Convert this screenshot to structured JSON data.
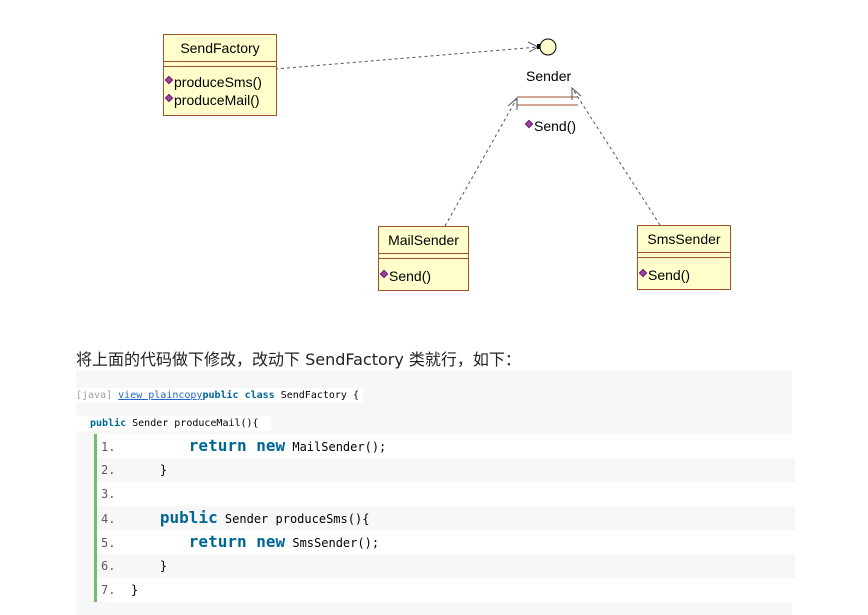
{
  "diagram": {
    "send_factory": {
      "title": "SendFactory",
      "ops": [
        "produceSms()",
        "produceMail()"
      ]
    },
    "sender": {
      "title": "Sender",
      "ops": [
        "Send()"
      ]
    },
    "mail_sender": {
      "title": "MailSender",
      "ops": [
        "Send()"
      ]
    },
    "sms_sender": {
      "title": "SmsSender",
      "ops": [
        "Send()"
      ]
    }
  },
  "intro_text": "将上面的代码做下修改，改动下 SendFactory 类就行，如下：",
  "code": {
    "lang": "[java]",
    "view_link": "view plaincopy",
    "header_kw": "public class",
    "header_rest": " SendFactory {",
    "sub_kw": "public",
    "sub_rest": " Sender produceMail(){",
    "lines": [
      {
        "num": "1.",
        "indent": "        ",
        "kw": "return new",
        "rest": " MailSender();"
      },
      {
        "num": "2.",
        "indent": "    ",
        "kw": "",
        "rest": "}"
      },
      {
        "num": "3.",
        "indent": "",
        "kw": "",
        "rest": ""
      },
      {
        "num": "4.",
        "indent": "    ",
        "kw": "public",
        "rest": " Sender produceSms(){"
      },
      {
        "num": "5.",
        "indent": "        ",
        "kw": "return new",
        "rest": " SmsSender();"
      },
      {
        "num": "6.",
        "indent": "    ",
        "kw": "",
        "rest": "}"
      },
      {
        "num": "7.",
        "indent": "",
        "kw": "",
        "rest": "}"
      }
    ]
  }
}
